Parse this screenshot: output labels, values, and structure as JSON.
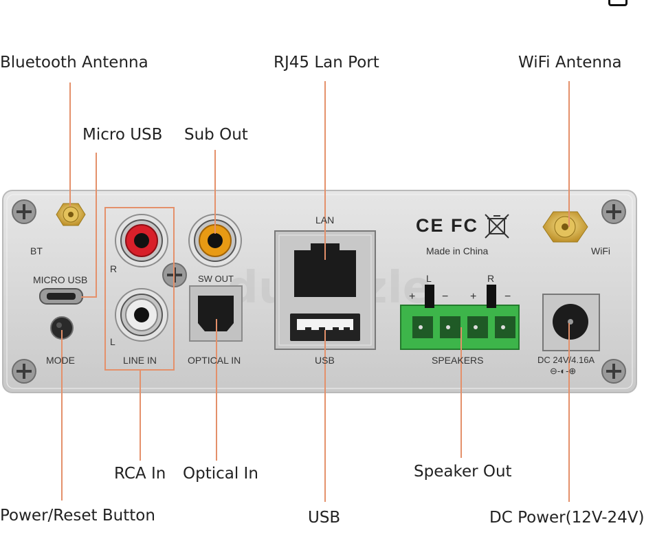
{
  "callouts": {
    "bluetooth_antenna": "Bluetooth Antenna",
    "rj45_lan_port": "RJ45 Lan Port",
    "wifi_antenna": "WiFi Antenna",
    "micro_usb": "Micro USB",
    "sub_out": "Sub Out",
    "rca_in": "RCA In",
    "optical_in": "Optical In",
    "speaker_out": "Speaker Out",
    "power_reset_button": "Power/Reset Button",
    "usb": "USB",
    "dc_power": "DC Power(12V-24V)"
  },
  "panel_labels": {
    "bt": "BT",
    "micro_usb": "MICRO USB",
    "mode": "MODE",
    "r": "R",
    "l": "L",
    "line_in": "LINE IN",
    "sw_out": "SW OUT",
    "optical_in": "OPTICAL IN",
    "lan": "LAN",
    "usb": "USB",
    "certifications": "CE FC",
    "made_in": "Made in China",
    "wifi": "WiFi",
    "spk_l": "L",
    "spk_r": "R",
    "plus_1": "+",
    "minus_1": "−",
    "plus_2": "+",
    "minus_2": "−",
    "speakers": "SPEAKERS",
    "dc_rating": "DC 24V/4.16A",
    "polarity": "⊖-◐-⊕"
  },
  "watermark": "dubizzle",
  "colors": {
    "leader_line": "#e4906a",
    "panel": "#dcdcdc",
    "rca_red": "#d8202a",
    "rca_white": "#e8e8e8",
    "rca_orange": "#e89a14",
    "terminal_green": "#3db54a",
    "antenna_gold": "#d9b24a"
  }
}
